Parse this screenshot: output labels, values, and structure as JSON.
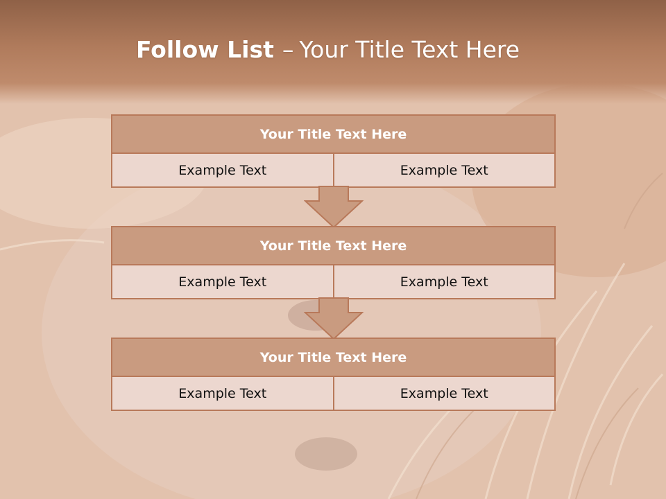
{
  "slide": {
    "title_bold": "Follow List",
    "title_dash": "–",
    "title_rest": "Your Title Text Here"
  },
  "blocks": [
    {
      "title": "Your Title Text Here",
      "left_text": "Example Text",
      "right_text": "Example Text"
    },
    {
      "title": "Your Title Text Here",
      "left_text": "Example Text",
      "right_text": "Example Text"
    },
    {
      "title": "Your Title Text Here",
      "left_text": "Example Text",
      "right_text": "Example Text"
    }
  ],
  "colors": {
    "header_fill": "#c99b80",
    "border": "#b8795a",
    "row_fill": "#ecd7cf",
    "title_band": "#b07b5c"
  },
  "icons": [
    "down-arrow-icon"
  ]
}
